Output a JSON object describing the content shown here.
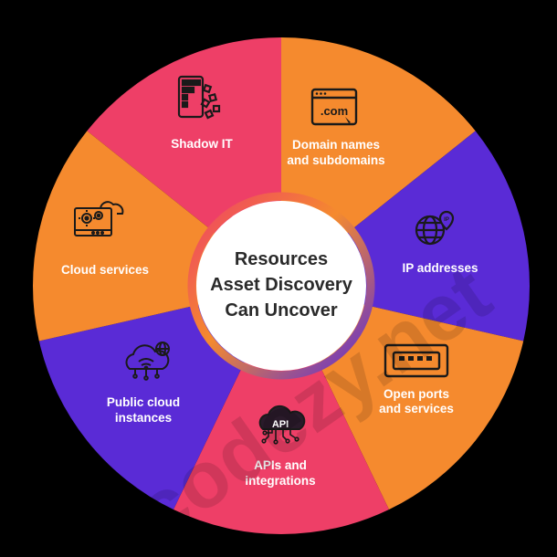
{
  "center": {
    "lines": [
      "Resources",
      "Asset Discovery",
      "Can Uncover"
    ]
  },
  "segments": [
    {
      "id": "shadow-it",
      "color": "#ee3f67",
      "lines": [
        "Shadow IT"
      ],
      "icon": "app-grid-icon"
    },
    {
      "id": "domain-names",
      "color": "#f58a2e",
      "lines": [
        "Domain names",
        "and subdomains"
      ],
      "icon": "browser-dotcom-icon"
    },
    {
      "id": "ip-addresses",
      "color": "#5a2bd6",
      "lines": [
        "IP addresses"
      ],
      "icon": "globe-pin-icon"
    },
    {
      "id": "open-ports",
      "color": "#f58a2e",
      "lines": [
        "Open ports",
        "and services"
      ],
      "icon": "port-icon"
    },
    {
      "id": "apis",
      "color": "#ee3f67",
      "lines": [
        "APIs and",
        "integrations"
      ],
      "icon": "api-cloud-icon"
    },
    {
      "id": "public-cloud",
      "color": "#5a2bd6",
      "lines": [
        "Public cloud",
        "instances"
      ],
      "icon": "cloud-network-icon"
    },
    {
      "id": "cloud-services",
      "color": "#f58a2e",
      "lines": [
        "Cloud services"
      ],
      "icon": "cloud-gears-icon"
    }
  ],
  "watermark": "codezy.net",
  "colors": {
    "background": "#000000",
    "center": "#ffffff",
    "text": "#ffffff",
    "centerText": "#2a2a2a"
  }
}
